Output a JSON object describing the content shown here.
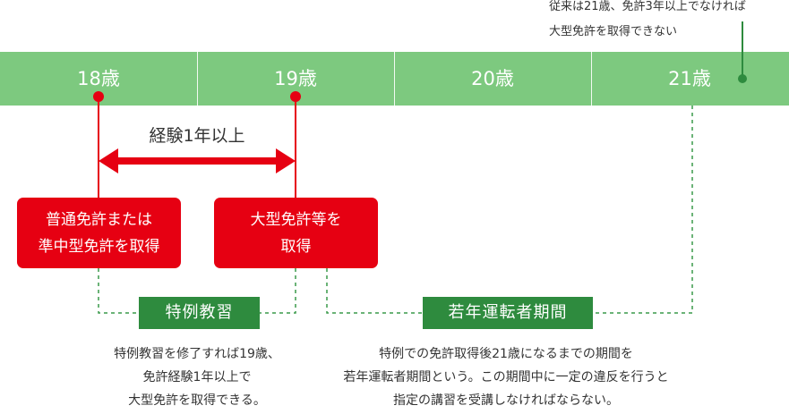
{
  "note": {
    "line1": "従来は21歳、免許3年以上でなければ",
    "line2": "大型免許を取得できない"
  },
  "timeline": {
    "ages": [
      "18歳",
      "19歳",
      "20歳",
      "21歳"
    ]
  },
  "experience_label": "経験1年以上",
  "boxes": {
    "left_line1": "普通免許または",
    "left_line2": "準中型免許を取得",
    "right_line1": "大型免許等を",
    "right_line2": "取得"
  },
  "labels": {
    "tokurei": "特例教習",
    "wakatoshi": "若年運転者期間"
  },
  "desc_left": [
    "特例教習を修了すれば19歳、",
    "免許経験1年以上で",
    "大型免許を取得できる。"
  ],
  "desc_right": [
    "特例での免許取得後21歳になるまでの期間を",
    "若年運転者期間という。この期間中に一定の違反を行うと",
    "指定の講習を受講しなければならない。"
  ],
  "colors": {
    "timeline": "#7dc97f",
    "red": "#e60012",
    "dark_green": "#2e8b3e",
    "dash_green": "#3a9a4a"
  }
}
